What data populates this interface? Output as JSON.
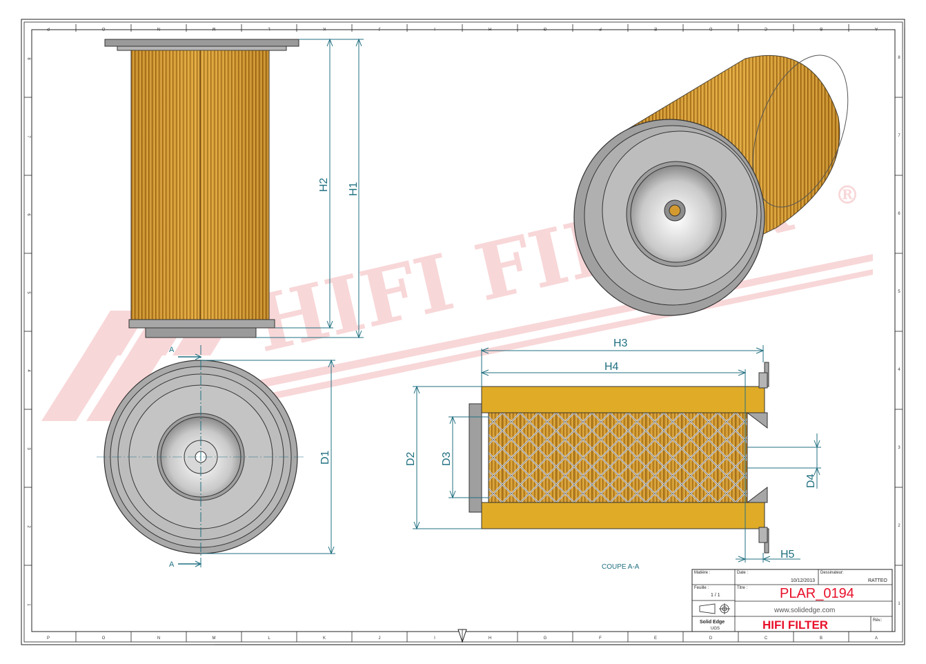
{
  "border": {
    "top_cols": [
      "P",
      "O",
      "N",
      "M",
      "L",
      "K",
      "J",
      "I",
      "H",
      "G",
      "F",
      "E",
      "D",
      "C",
      "B",
      "A"
    ],
    "bottom_cols": [
      "P",
      "O",
      "N",
      "M",
      "L",
      "K",
      "J",
      "I",
      "H",
      "G",
      "F",
      "E",
      "D",
      "C",
      "B",
      "A"
    ],
    "right_rows": [
      "8",
      "7",
      "6",
      "5",
      "4",
      "3",
      "2",
      "1"
    ],
    "left_rows": [
      "8",
      "7",
      "6",
      "5",
      "4",
      "3",
      "2",
      "1"
    ]
  },
  "watermark": {
    "text": "HIFI FILTER",
    "mark": "®"
  },
  "dimensions": {
    "h1": "H1",
    "h2": "H2",
    "h3": "H3",
    "h4": "H4",
    "h5": "H5",
    "d1": "D1",
    "d2": "D2",
    "d3": "D3",
    "d4": "D4"
  },
  "section": {
    "marker": "A",
    "caption": "COUPE A-A"
  },
  "title_block": {
    "matiere_label": "Matière :",
    "date_label": "Date :",
    "date_value": "10/12/2013",
    "dessinateur_label": "Dessinateur:",
    "dessinateur_value": "RATTEO",
    "feuille_label": "Feuille :",
    "feuille_value": "1 / 1",
    "titre_label": "Titre :",
    "title": "PLAR_0194",
    "website": "www.solidedge.com",
    "software": "Solid Edge",
    "software_sub": "UGS",
    "company": "HIFI FILTER",
    "rev_label": "Rév.:"
  },
  "colors": {
    "accent_red": "#e8102a",
    "dimension": "#1f6f80",
    "filter_media": "#d9a23a",
    "metal": "#a9a9a9",
    "watermark": "#f3b6b8"
  }
}
